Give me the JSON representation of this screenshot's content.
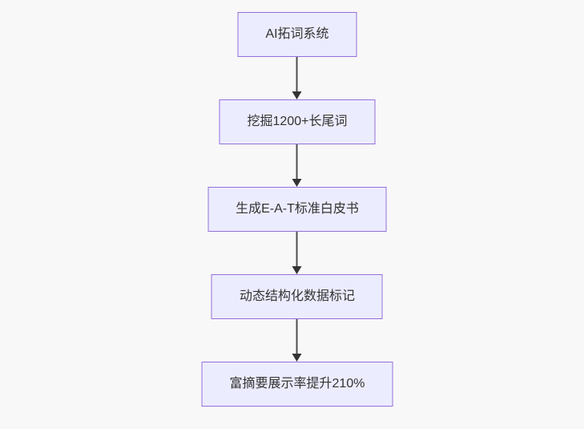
{
  "page": {
    "background_color": "#f8f8f8"
  },
  "flowchart": {
    "type": "flowchart",
    "direction": "top-down",
    "node_fill_color": "#ECECFF",
    "node_border_color": "#9370DB",
    "node_text_color": "#333333",
    "arrow_color": "#333333",
    "nodes": [
      {
        "id": "A",
        "label": "AI拓词系统"
      },
      {
        "id": "B",
        "label": "挖掘1200+长尾词"
      },
      {
        "id": "C",
        "label": "生成E-A-T标准白皮书"
      },
      {
        "id": "D",
        "label": "动态结构化数据标记"
      },
      {
        "id": "E",
        "label": "富摘要展示率提升210%"
      }
    ],
    "edges": [
      {
        "from": "A",
        "to": "B",
        "arrowhead": "down"
      },
      {
        "from": "B",
        "to": "C",
        "arrowhead": "down"
      },
      {
        "from": "C",
        "to": "D",
        "arrowhead": "down"
      },
      {
        "from": "D",
        "to": "E",
        "arrowhead": "down"
      }
    ]
  }
}
